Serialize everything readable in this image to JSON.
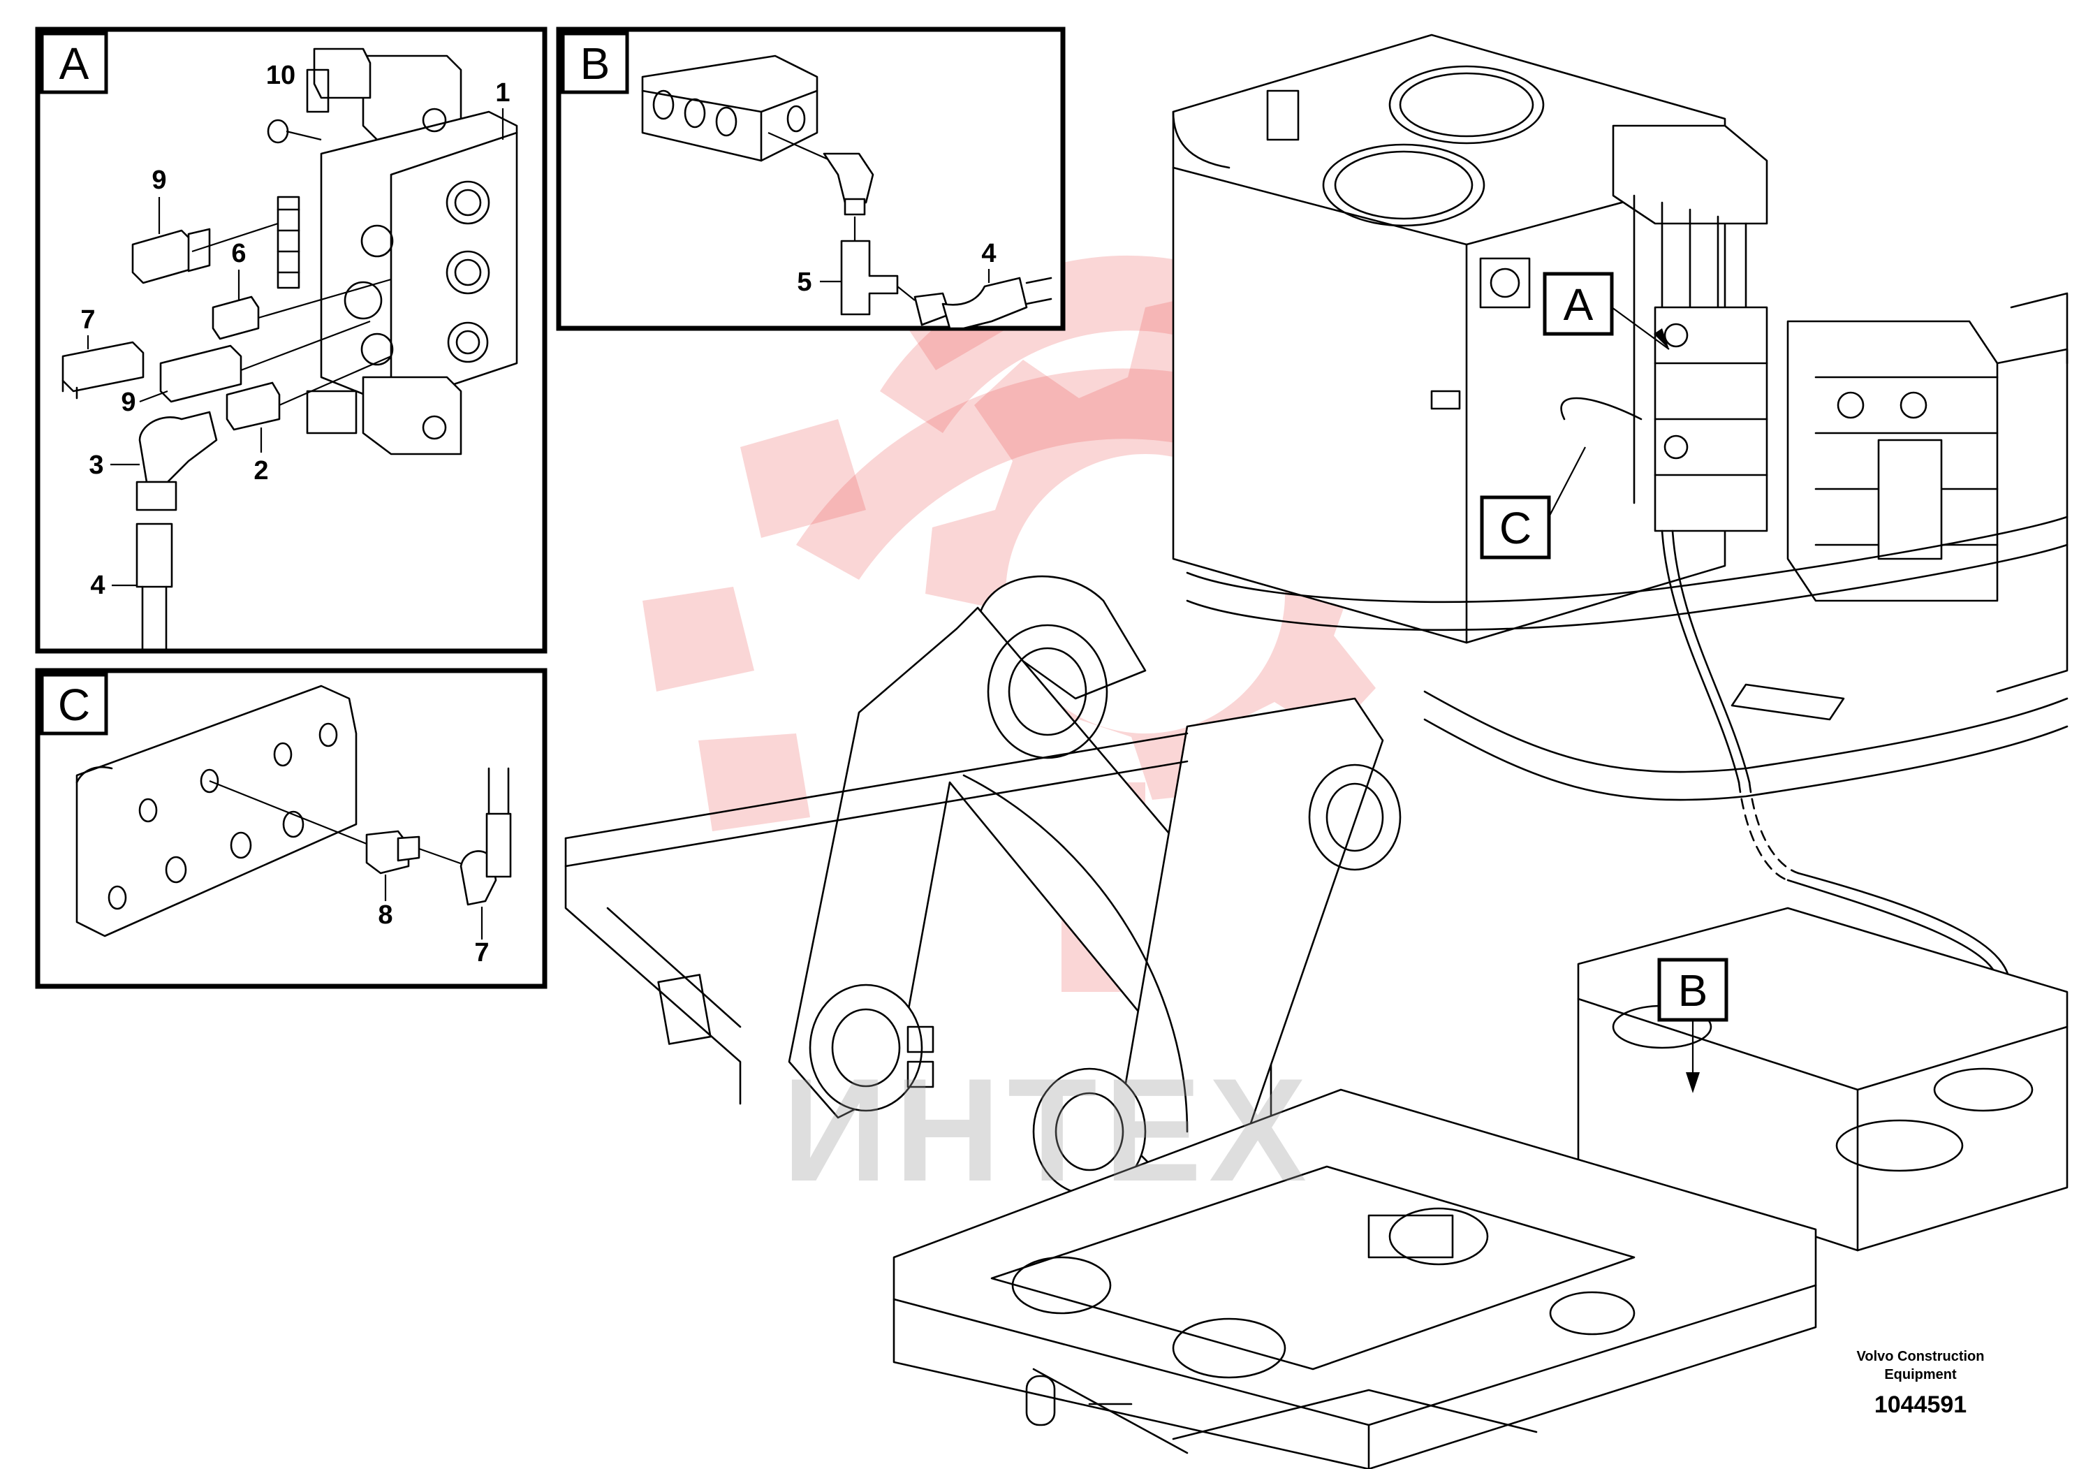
{
  "footer": {
    "company_line1": "Volvo Construction",
    "company_line2": "Equipment",
    "drawing_number": "1044591"
  },
  "watermark": {
    "text": "ИНТЕХ",
    "color": "#e64545"
  },
  "panels": {
    "a": {
      "label": "A"
    },
    "b": {
      "label": "B"
    },
    "c": {
      "label": "C"
    }
  },
  "callouts": {
    "panel_a": [
      "10",
      "1",
      "9",
      "6",
      "7",
      "9",
      "3",
      "2",
      "4"
    ],
    "panel_b": [
      "4",
      "5"
    ],
    "panel_c": [
      "8",
      "7"
    ]
  },
  "main_view_tags": [
    "A",
    "C",
    "B"
  ]
}
